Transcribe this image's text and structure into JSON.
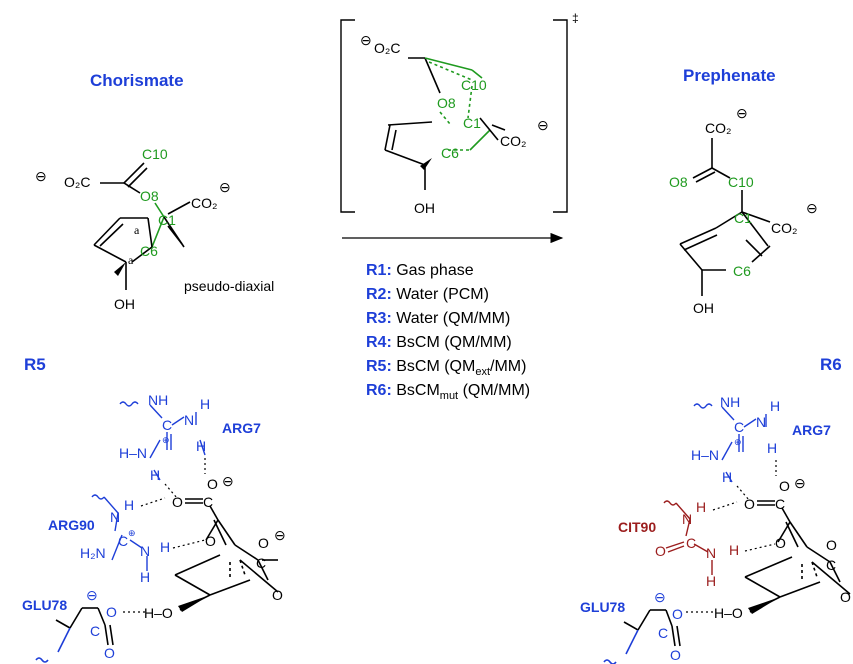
{
  "titles": {
    "chorismate": "Chorismate",
    "prephenate": "Prephenate"
  },
  "labels": {
    "pseudo_diaxial": "pseudo-diaxial",
    "r5": "R5",
    "r6": "R6",
    "dagger": "‡"
  },
  "atoms": {
    "C10": "C10",
    "O8": "O8",
    "C1": "C1",
    "C6": "C6",
    "O2C": "O₂C",
    "CO2": "CO₂",
    "OH": "OH",
    "a": "a",
    "minus": "⊖",
    "plus": "⊕"
  },
  "residues": {
    "arg7": "ARG7",
    "arg90": "ARG90",
    "glu78": "GLU78",
    "cit90": "CIT90"
  },
  "fragments": {
    "NH": "NH",
    "N": "N",
    "H": "H",
    "C": "C",
    "O": "O",
    "HN": "H–N",
    "H2N": "H₂N",
    "HO": "H–O",
    "OH": "O–H"
  },
  "reactions": [
    {
      "id": "R1:",
      "text": " Gas phase"
    },
    {
      "id": "R2:",
      "text": " Water (PCM)"
    },
    {
      "id": "R3:",
      "text": " Water (QM/MM)"
    },
    {
      "id": "R4:",
      "text": " BsCM (QM/MM)"
    },
    {
      "id": "R5:",
      "text": " BsCM (QM",
      "sub": "ext",
      "tail": "/MM)"
    },
    {
      "id": "R6:",
      "text": " BsCM",
      "sub": "mut",
      "tail": " (QM/MM)"
    }
  ],
  "colors": {
    "black": "#000000",
    "green": "#1f9a1f",
    "blue": "#1e3fd8",
    "darkred": "#9b1d1d"
  }
}
